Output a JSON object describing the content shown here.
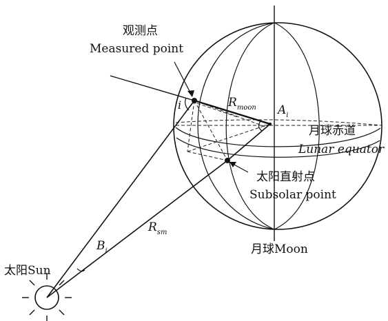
{
  "labels": {
    "measured_point_cn": "观测点",
    "measured_point_en": "Measured point",
    "r_moon_main": "R",
    "r_moon_sub": "moon",
    "a_main": "A",
    "a_sub": "i",
    "angle_i": "i",
    "lunar_equator_cn": "月球赤道",
    "lunar_equator_en": "Lunar equator",
    "subsolar_point_cn": "太阳直射点",
    "subsolar_point_en": "Subsolar point",
    "r_sm_main": "R",
    "r_sm_sub": "sm",
    "b_main": "B",
    "b_sub": "i",
    "sun_label": "太阳Sun",
    "moon_label": "月球Moon"
  }
}
